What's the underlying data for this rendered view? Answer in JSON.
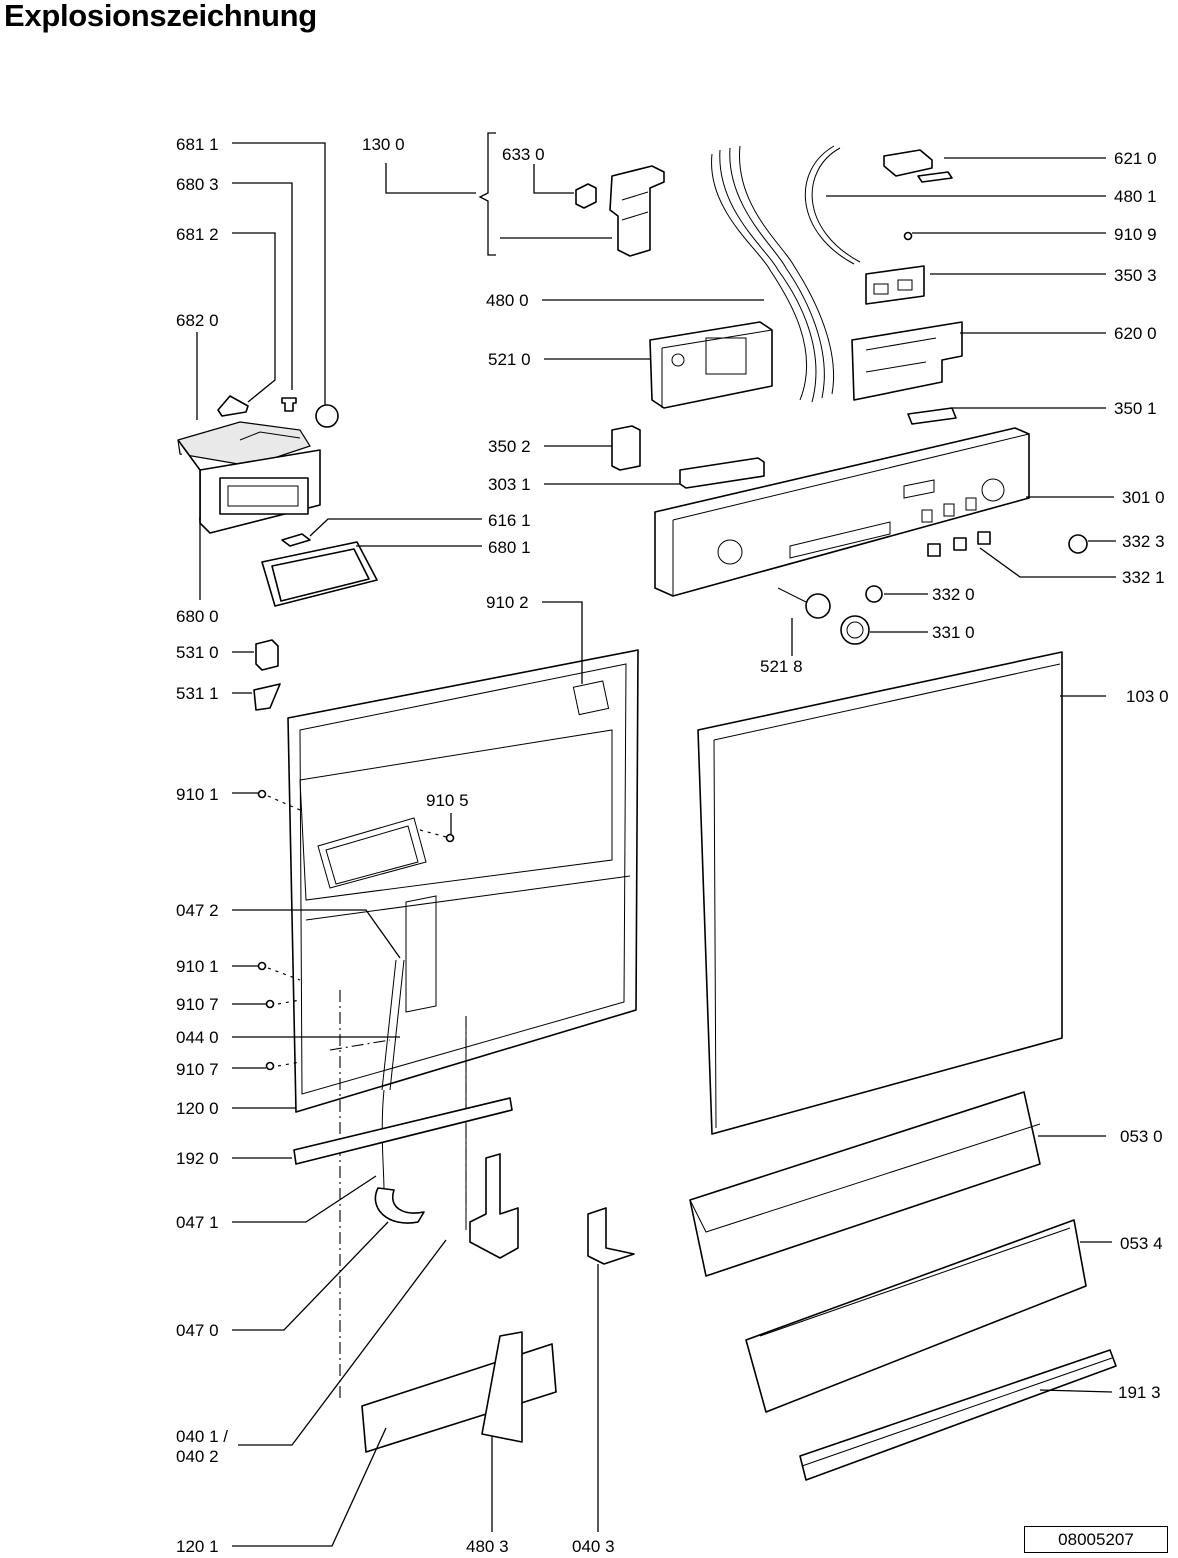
{
  "title": "Explosionszeichnung",
  "doc_number": "08005207",
  "labels": {
    "l6811": "681 1",
    "l6803": "680 3",
    "l6812": "681 2",
    "l6820": "682 0",
    "l1300": "130 0",
    "l6330": "633 0",
    "l6210": "621 0",
    "l4801": "480 1",
    "l9109": "910 9",
    "l3503": "350 3",
    "l4800": "480 0",
    "l6200": "620 0",
    "l5210": "521 0",
    "l3501": "350 1",
    "l3502": "350 2",
    "l3031": "303 1",
    "l3010": "301 0",
    "l6161": "616 1",
    "l6801": "680 1",
    "l3323": "332 3",
    "l3321": "332 1",
    "l6800": "680 0",
    "l9102": "910 2",
    "l3320": "332 0",
    "l3310": "331 0",
    "l5310": "531 0",
    "l5218": "521 8",
    "l1030": "103 0",
    "l5311": "531 1",
    "l9101a": "910 1",
    "l9105": "910 5",
    "l0472": "047 2",
    "l9101b": "910 1",
    "l9107a": "910 7",
    "l0440": "044 0",
    "l9107b": "910 7",
    "l1200": "120 0",
    "l0530": "053 0",
    "l1920": "192 0",
    "l0471": "047 1",
    "l0534": "053 4",
    "l0470": "047 0",
    "l1913": "191 3",
    "l0401": "040 1 /",
    "l0402": "040 2",
    "l1201": "120 1",
    "l4803": "480 3",
    "l0403": "040 3"
  }
}
